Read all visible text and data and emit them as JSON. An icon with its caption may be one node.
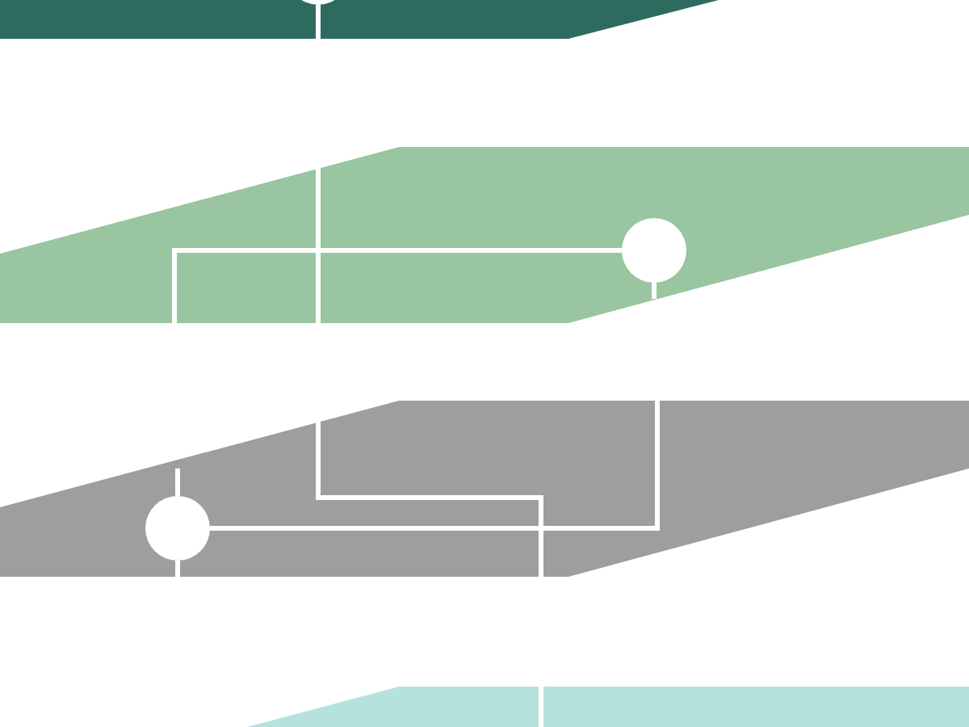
{
  "diagram": {
    "nodes": [
      {
        "text": [],
        "shape": "circle"
      },
      {
        "text": [],
        "shape": "circle"
      },
      {
        "text": [],
        "shape": "circle"
      }
    ],
    "edges": [
      {
        "from": 0,
        "to": null,
        "arrow": "none"
      },
      {
        "from": 1,
        "to": null,
        "arrow": "none"
      },
      {
        "from": 1,
        "to": null,
        "arrow": "none"
      },
      {
        "from": 2,
        "to": null,
        "arrow": "none"
      },
      {
        "from": 2,
        "to": null,
        "arrow": "none"
      },
      {
        "from": 2,
        "to": null,
        "arrow": "none"
      }
    ]
  }
}
